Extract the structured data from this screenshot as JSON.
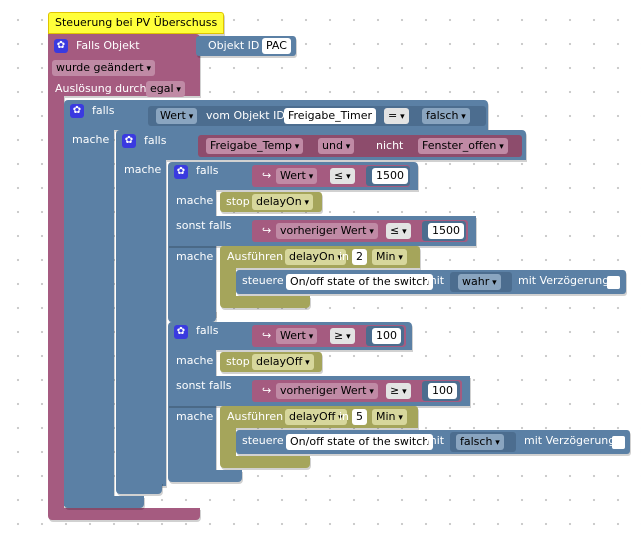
{
  "trigger": {
    "hat_label": "Steuerung bei PV Überschuss",
    "falls_objekt": "Falls Objekt",
    "objekt_id_label": "Objekt ID",
    "objekt_id_value": "PAC",
    "wurde_geandert": "wurde geändert",
    "auslosung_label": "Auslösung durch",
    "auslosung_value": "egal"
  },
  "outer_if": {
    "falls": "falls",
    "mache": "mache",
    "wert": "Wert",
    "vom_objekt_id": "vom Objekt ID",
    "objekt": "Freigabe_Timer",
    "op": "=",
    "value": "falsch"
  },
  "second_if": {
    "falls": "falls",
    "mache": "mache",
    "var1": "Freigabe_Temp",
    "und": "und",
    "nicht": "nicht",
    "var2": "Fenster_offen"
  },
  "on_block": {
    "falls": "falls",
    "wert": "Wert",
    "op": "≤",
    "value": "1500",
    "mache": "mache",
    "stop": "stop",
    "timer": "delayOn",
    "sonst_falls": "sonst falls",
    "prev": "vorheriger Wert",
    "op2": "≤",
    "value2": "1500",
    "mache2": "mache",
    "ausfuhren": "Ausführen",
    "timer2": "delayOn",
    "in": "in",
    "dur": "2",
    "unit": "Min",
    "steuere": "steuere",
    "target": "On/off state of the switch",
    "mit": "mit",
    "target_val": "wahr",
    "verz": "mit Verzögerung"
  },
  "off_block": {
    "falls": "falls",
    "wert": "Wert",
    "op": "≥",
    "value": "100",
    "mache": "mache",
    "stop": "stop",
    "timer": "delayOff",
    "sonst_falls": "sonst falls",
    "prev": "vorheriger Wert",
    "op2": "≥",
    "value2": "100",
    "mache2": "mache",
    "ausfuhren": "Ausführen",
    "timer2": "delayOff",
    "in": "in",
    "dur": "5",
    "unit": "Min",
    "steuere": "steuere",
    "target": "On/off state of the switch",
    "mit": "mit",
    "target_val": "falsch",
    "verz": "mit Verzögerung"
  }
}
